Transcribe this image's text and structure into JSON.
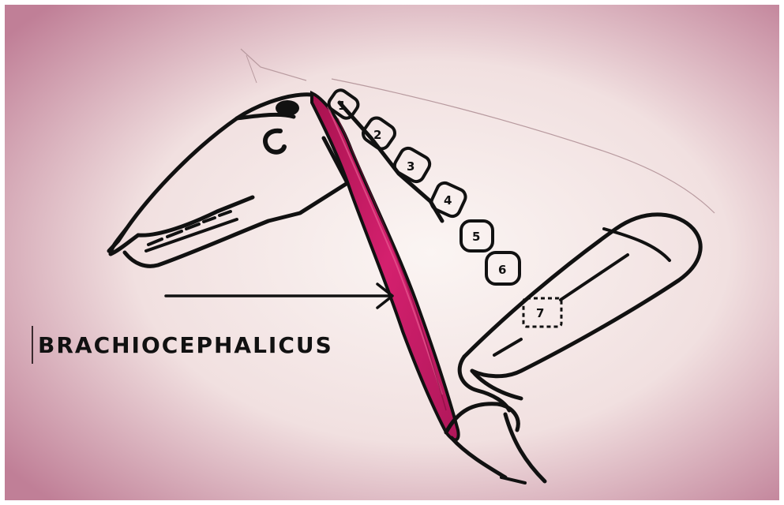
{
  "label": {
    "text": "BRACHIOCEPHALICUS"
  },
  "vertebrae": [
    {
      "number": "1"
    },
    {
      "number": "2"
    },
    {
      "number": "3"
    },
    {
      "number": "4"
    },
    {
      "number": "5"
    },
    {
      "number": "6"
    },
    {
      "number": "7"
    }
  ],
  "colors": {
    "muscle": "#c41e63",
    "outline": "#111111",
    "background_edge": "#c98aa0",
    "background_center": "#f7efed"
  }
}
